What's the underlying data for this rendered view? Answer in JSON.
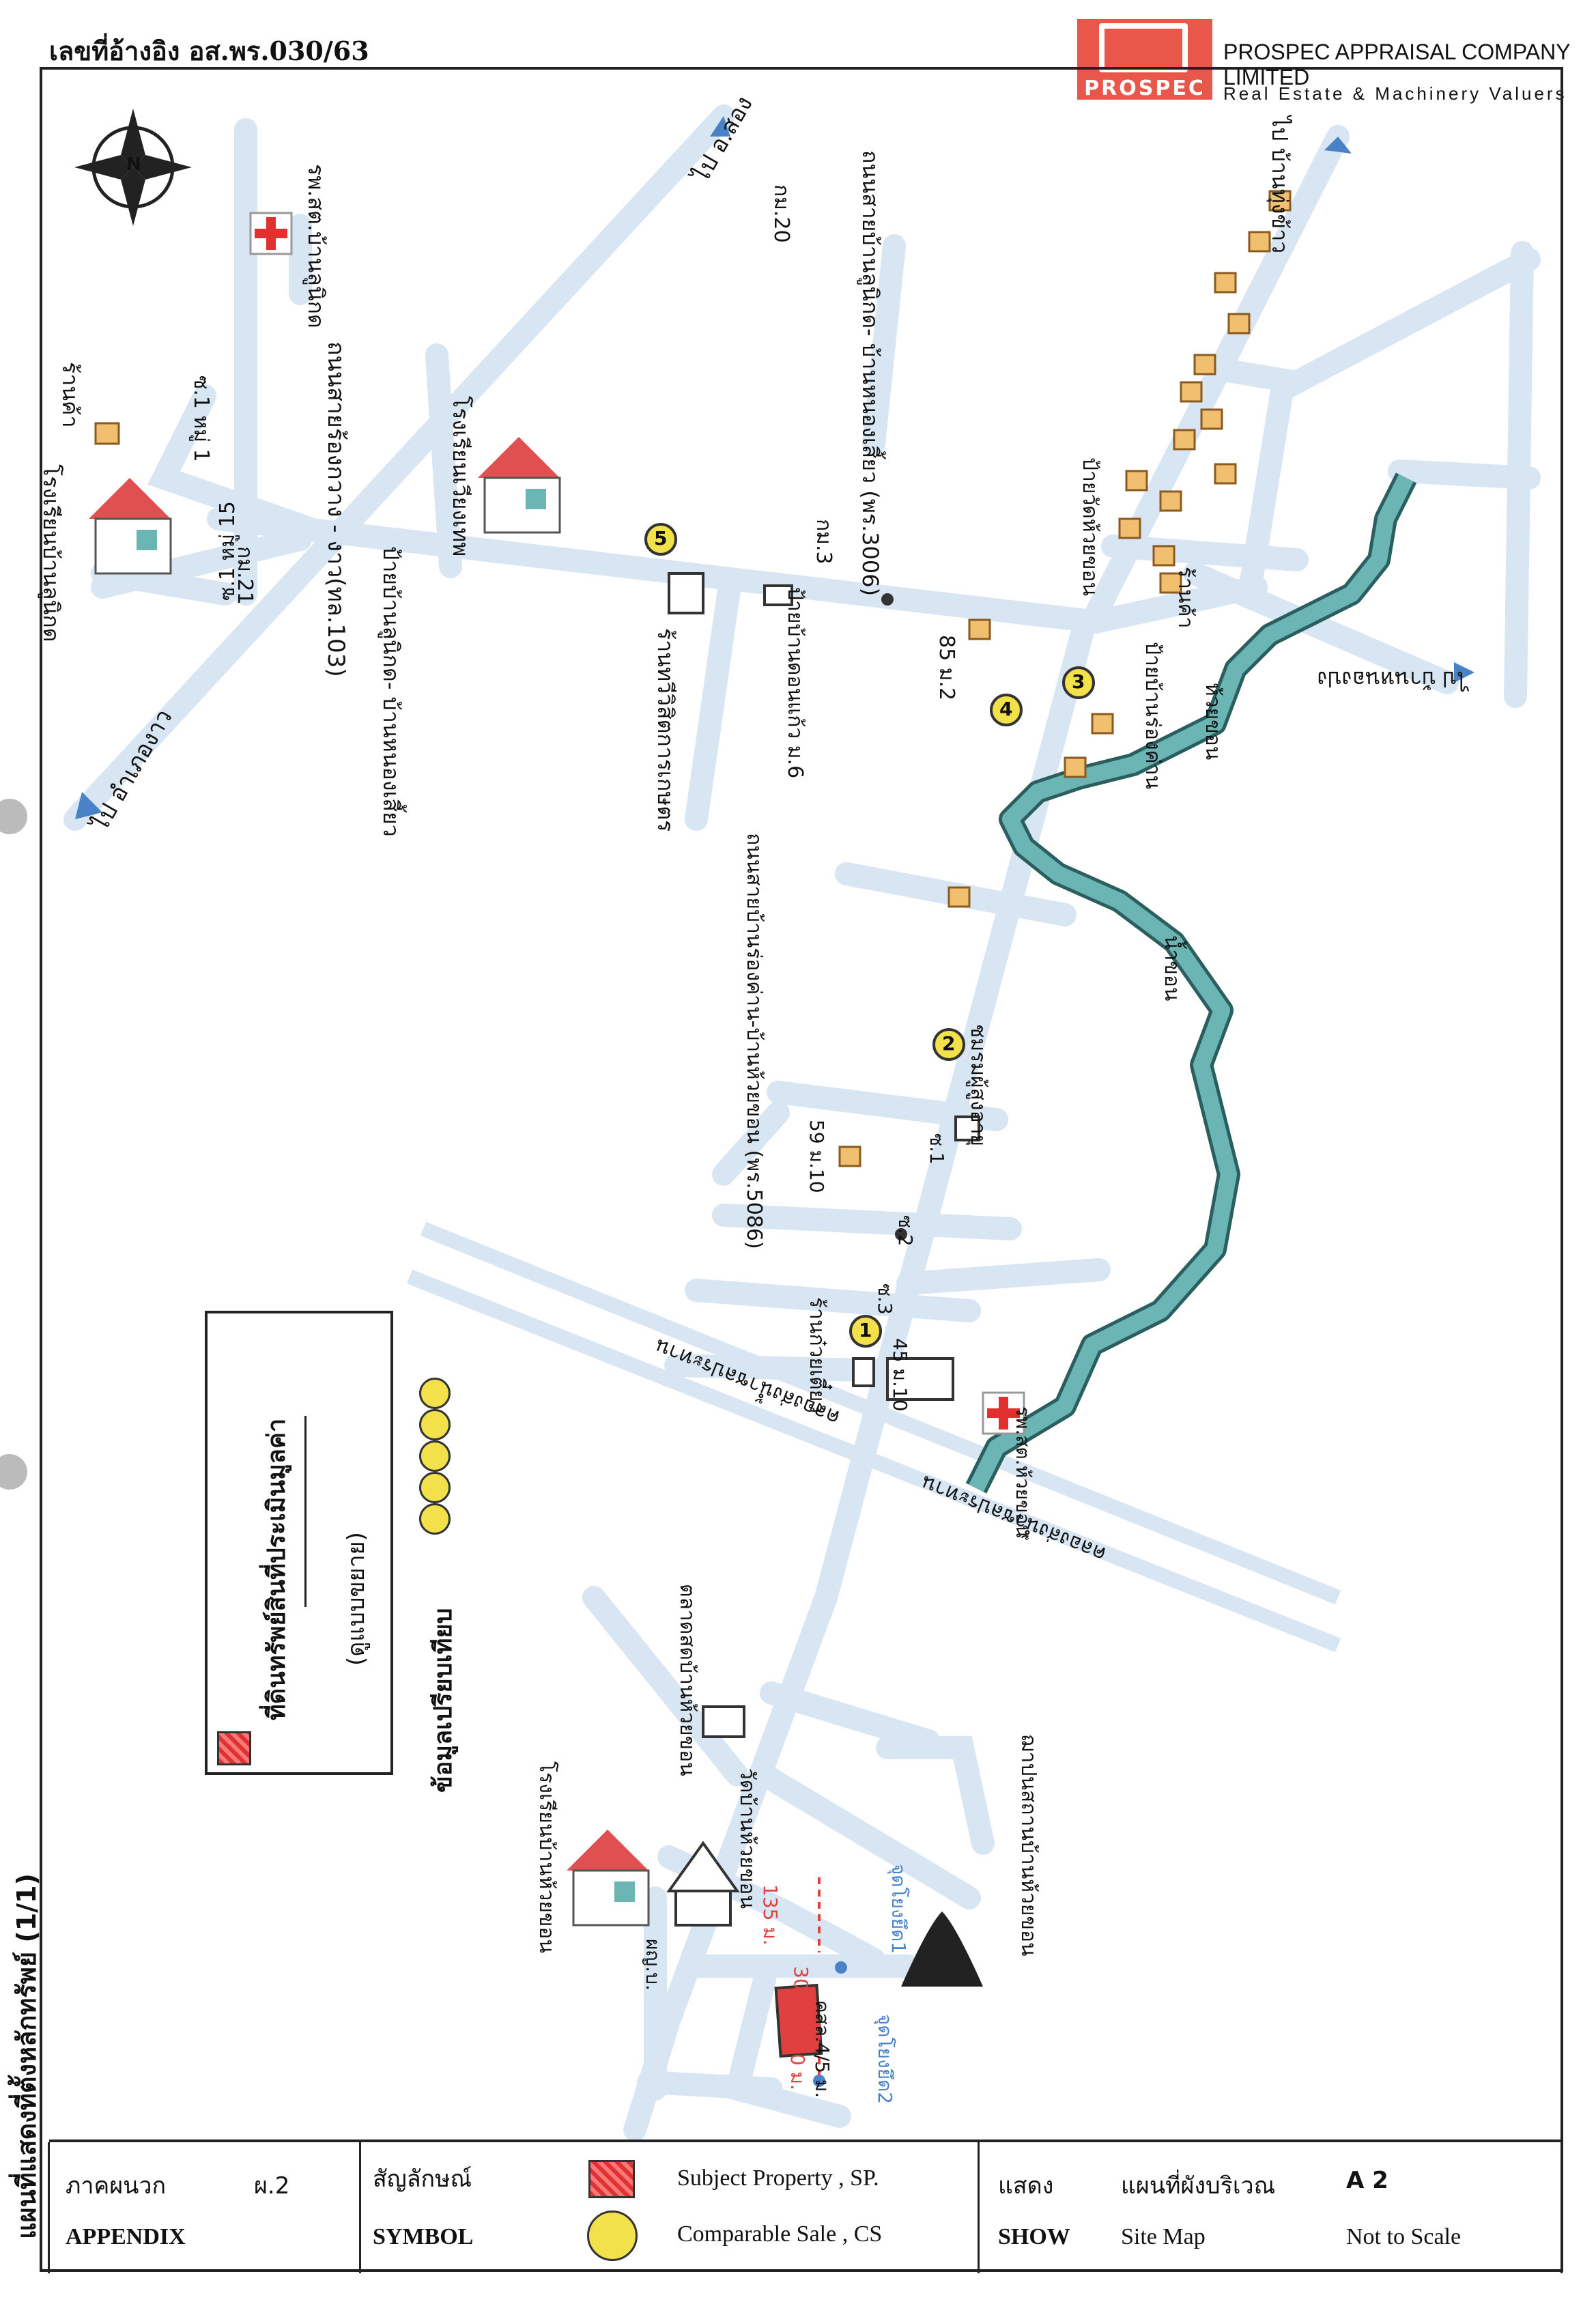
{
  "header": {
    "reference_no": "เลขที่อ้างอิง  อส.พร.030/63",
    "company_name": "PROSPEC APPRAISAL COMPANY LIMITED",
    "tagline": "Real Estate & Machinery Valuers",
    "logo_text": "PROSPEC"
  },
  "side_title": "แผนที่แสดงที่ตั้งหลักทรัพย์ (1/1)",
  "colors": {
    "road": "#d8e6f3",
    "river": "#6cb5b5",
    "river_edge": "#2b5e5e",
    "comparable": "#f2e14a",
    "subject": "#e04040",
    "distance_text": "#e04040",
    "marker_blue": "#4a82c8"
  },
  "map_labels": {
    "to_amphoe_song": "ไป อ.สอง",
    "km20": "กม.20",
    "hospital_ban_lunikod": "รพ.สต.บ้านลูนิกด",
    "road_rong_kwang": "ถนนสายร้องกวาง - งาว(ทล.103)",
    "soi1_moo1": "ซ.1 หมู่ 1",
    "shop1": "ร้านค้า",
    "school_lunikod": "โรงเรียนบ้านลูนิกด",
    "km21": "กม.21",
    "soi1_moo15": "ซ.1 หมู่ 15",
    "to_amphoe_ngao": "ไป อำเภองาว",
    "sign_lunikod": "ป้ายบ้านลูนิกด- บ้านหนองเสี้ยว",
    "school_wiang_thep": "โรงเรียนเวียงเทพ",
    "shop_wisit": "ร้านทวีวิสิตการเกษตร",
    "sign_ban_don_kaeo": "ป้ายบ้านดอนแก้ว ม.6",
    "km3": "กม.3",
    "road_lunikod_nongsiao": "ถนนสายบ้านลูนิกด- บ้านหนองเสี้ยว (พร.3006)",
    "ban_85_m2": "85 ม.2",
    "sign_wat_huai_khon": "ป้ายวัดห้วยขอน",
    "shop2": "ร้านค้า",
    "sign_ban_rong_khan": "ป้ายบ้านร่องค่าน",
    "huai_khon_creek": "ห้วยขอน",
    "to_ban_thung_khao": "ไป บ้านทุ่งข้าว",
    "to_ban_nong_pong": "ไป บ้านหนองปง",
    "nam_khon": "น้ำขอน",
    "road_rong_khan_huai_khon": "ถนนสายบ้านร่องค่าน-บ้านห้วยขอน (พร.5086)",
    "ban_59_m10": "59 ม.10",
    "soi1": "ซ.1",
    "soi2": "ซ.2",
    "soi3": "ซ.3",
    "community_aged": "ชมรมผู้สูงอายุ",
    "shop_noodle": "ร้านก๋วยเตี๋ยว",
    "ban_45_m10": "45 ม.10",
    "hospital_huai_khon": "รพ.สต.ห้วยขอน",
    "canal_upper": "คลองส่งน้ำชลประทาน",
    "canal_lower": "คลองส่งน้ำชลประทาน",
    "market": "ตลาดสดบ้านห้วยขอน",
    "school_huai_khon": "โรงเรียนบ้านห้วยขอน",
    "wat_huai_khon": "วัดบ้านห้วยขอน",
    "crematorium": "ฌาปนสถานบ้านห้วยขอน",
    "dist_135": "135 ม.",
    "dist_50": "50 ม.",
    "dist_30": "30",
    "soi_thongpong": "คสล.4/5 ม.",
    "ref_point_1": "จุดโยงยึด1",
    "ref_point_2": "จุดโยงยึด2",
    "poi_phuyai": "ผญ.บ.",
    "compass_n": "N"
  },
  "comparables": [
    "1",
    "2",
    "3",
    "4",
    "5"
  ],
  "legend_box": {
    "item_subject": "ที่ดินทรัพย์สินที่ประเมินมูลค่า",
    "item_see_plan": "(ดูแบบขยาย)",
    "item_comparable": "ข้อมูลเปรียบเทียบ"
  },
  "footer": {
    "appendix_th": "ภาคผนวก",
    "appendix_en": "APPENDIX",
    "appendix_code": "ผ.2",
    "symbol_th": "สัญลักษณ์",
    "symbol_en": "SYMBOL",
    "subject_label": "Subject   Property , SP.",
    "comparable_label": "Comparable  Sale , CS",
    "show_th": "แสดง",
    "show_en": "SHOW",
    "map_th": "แผนที่ผังบริเวณ",
    "map_en": "Site  Map",
    "code": "A 2",
    "scale": "Not to Scale"
  }
}
